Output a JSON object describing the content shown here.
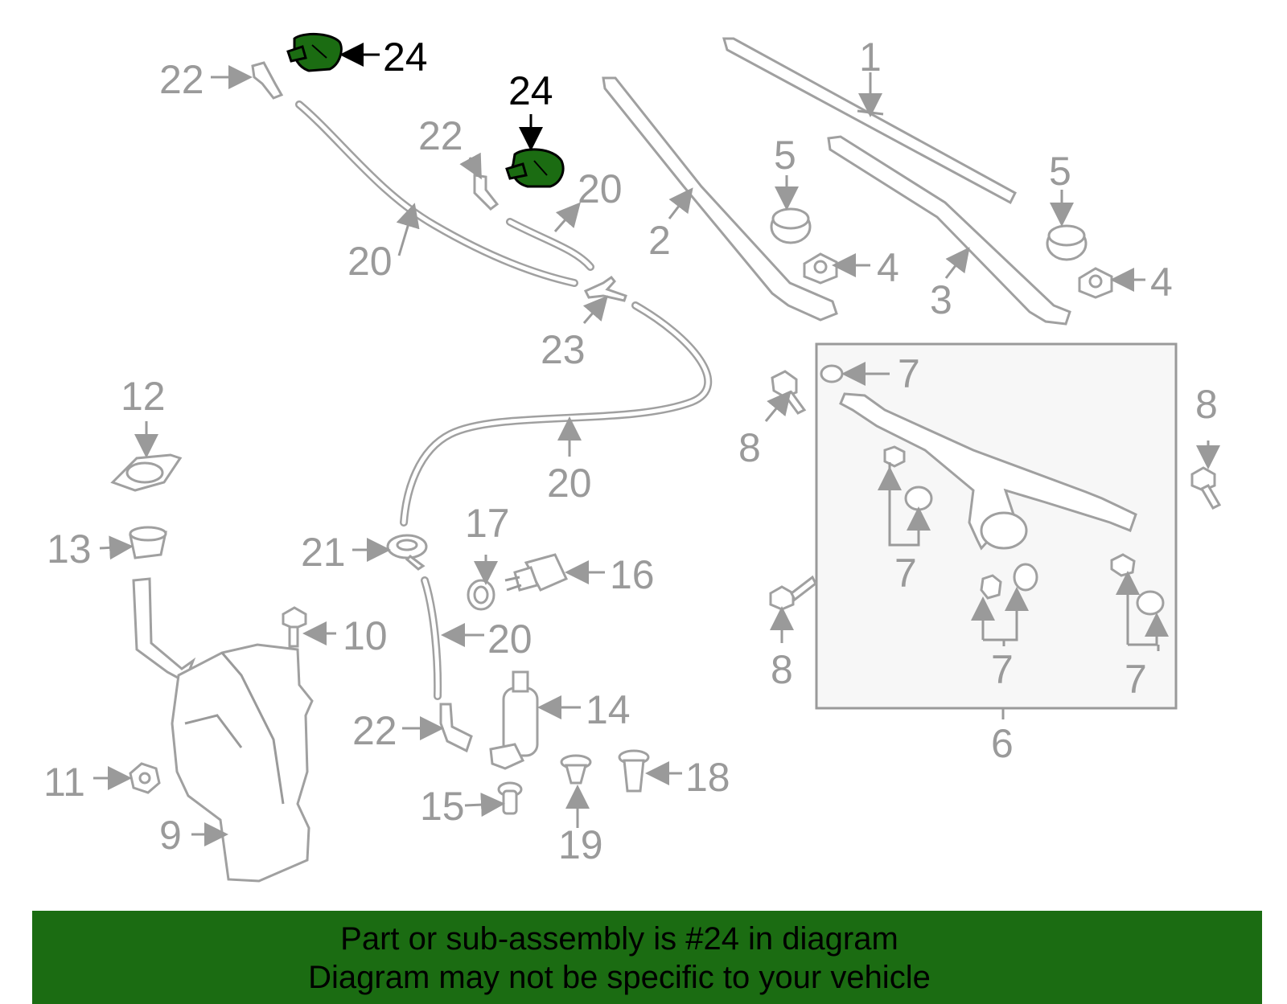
{
  "diagram": {
    "labels": {
      "l1": "1",
      "l2": "2",
      "l3": "3",
      "l4a": "4",
      "l4b": "4",
      "l5a": "5",
      "l5b": "5",
      "l6": "6",
      "l7a": "7",
      "l7b": "7",
      "l7c": "7",
      "l7d": "7",
      "l8a": "8",
      "l8b": "8",
      "l8c": "8",
      "l9": "9",
      "l10": "10",
      "l11": "11",
      "l12": "12",
      "l13": "13",
      "l14": "14",
      "l15": "15",
      "l16": "16",
      "l17": "17",
      "l18": "18",
      "l19": "19",
      "l20a": "20",
      "l20b": "20",
      "l20c": "20",
      "l20d": "20",
      "l21": "21",
      "l22a": "22",
      "l22b": "22",
      "l22c": "22",
      "l23": "23",
      "l24a": "24",
      "l24b": "24"
    },
    "highlight_color": "#1b6c12"
  },
  "banner": {
    "line1": "Part or sub-assembly is #24 in diagram",
    "line2": "Diagram may not be specific to your vehicle"
  }
}
